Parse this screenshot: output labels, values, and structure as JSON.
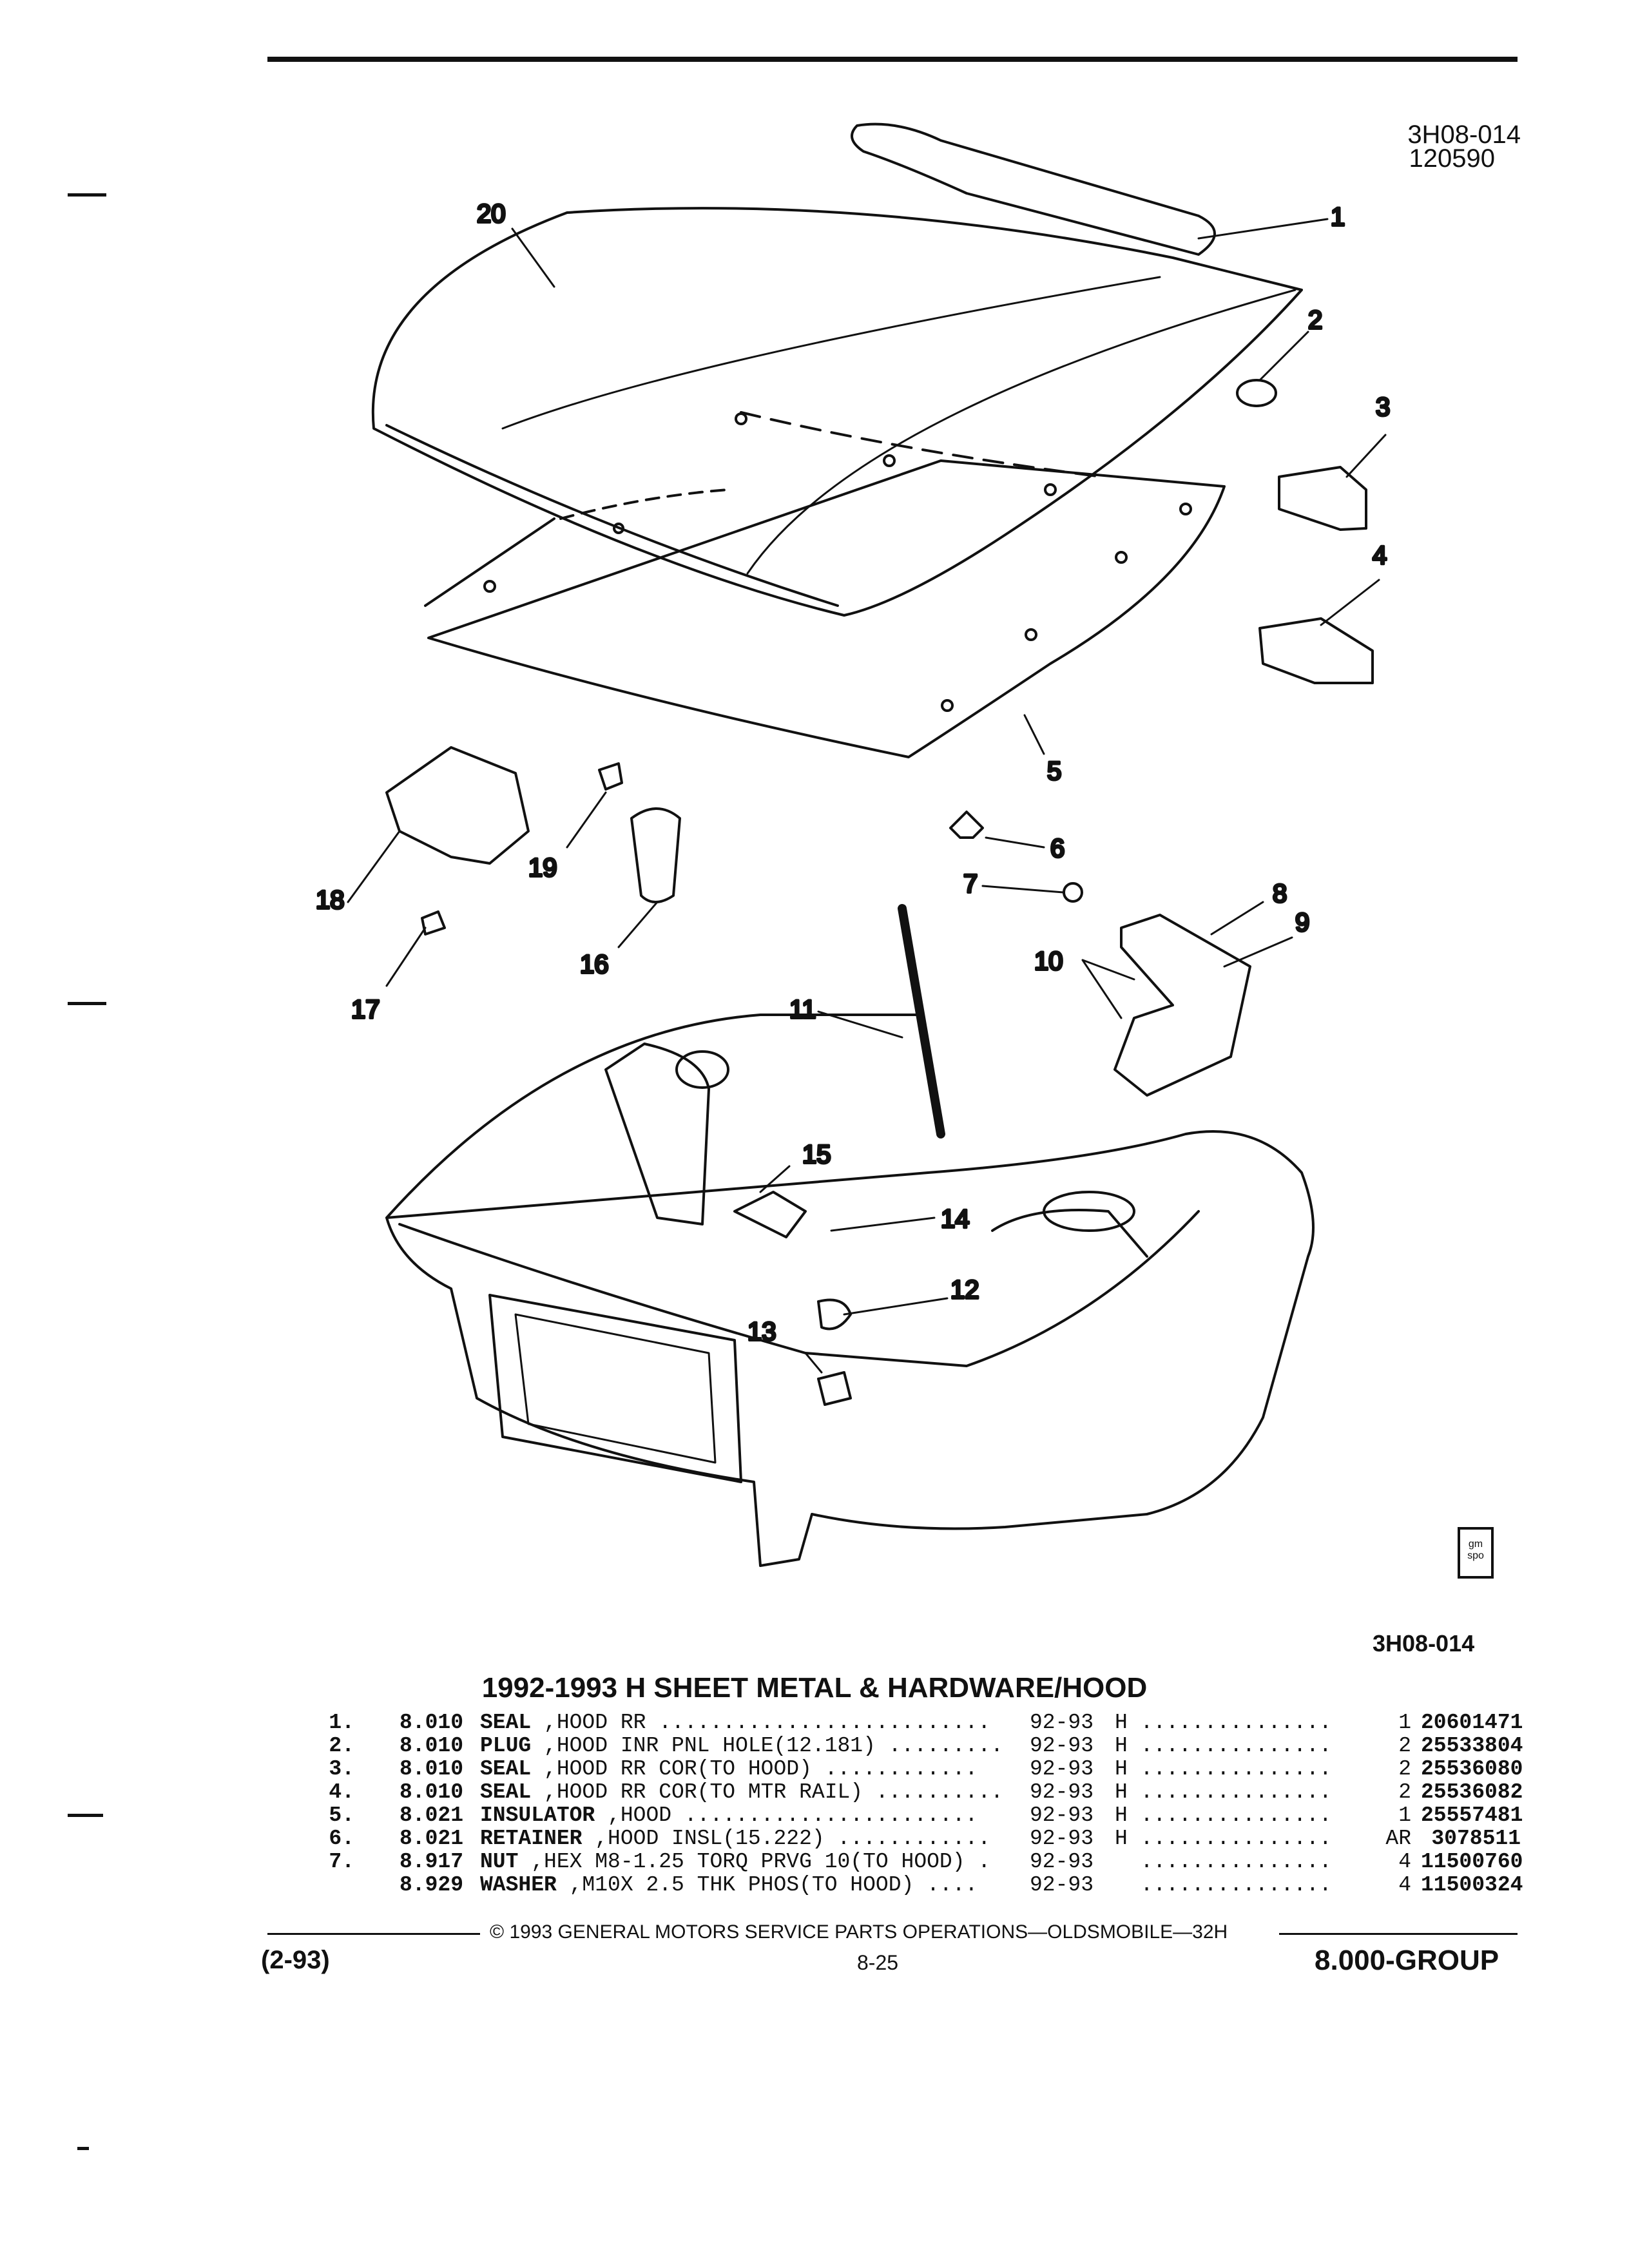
{
  "figure": {
    "code_top": "3H08-014",
    "date_code": "120590",
    "code_bottom": "3H08-014",
    "badge_text": "gm spo"
  },
  "callouts": [
    "1",
    "2",
    "3",
    "4",
    "5",
    "6",
    "7",
    "8",
    "9",
    "10",
    "11",
    "12",
    "13",
    "14",
    "15",
    "16",
    "17",
    "18",
    "19",
    "20"
  ],
  "section": {
    "title": "1992-1993 H SHEET METAL & HARDWARE/HOOD"
  },
  "parts": [
    {
      "no": "1.",
      "group": "8.010",
      "name": "SEAL",
      "desc": " ,HOOD RR ..........................",
      "years": "92-93",
      "series": "H ...............",
      "qty": "1",
      "part": "20601471"
    },
    {
      "no": "2.",
      "group": "8.010",
      "name": "PLUG",
      "desc": " ,HOOD INR PNL HOLE(12.181) .........",
      "years": "92-93",
      "series": "H ...............",
      "qty": "2",
      "part": "25533804"
    },
    {
      "no": "3.",
      "group": "8.010",
      "name": "SEAL",
      "desc": " ,HOOD RR COR(TO HOOD) ............",
      "years": "92-93",
      "series": "H ...............",
      "qty": "2",
      "part": "25536080"
    },
    {
      "no": "4.",
      "group": "8.010",
      "name": "SEAL",
      "desc": " ,HOOD RR COR(TO MTR RAIL) ..........",
      "years": "92-93",
      "series": "H ...............",
      "qty": "2",
      "part": "25536082"
    },
    {
      "no": "5.",
      "group": "8.021",
      "name": "INSULATOR",
      "desc": " ,HOOD .......................",
      "years": "92-93",
      "series": "H ...............",
      "qty": "1",
      "part": "25557481"
    },
    {
      "no": "6.",
      "group": "8.021",
      "name": "RETAINER",
      "desc": " ,HOOD INSL(15.222) ............",
      "years": "92-93",
      "series": "H ...............",
      "qty": "AR",
      "part": "3078511"
    },
    {
      "no": "7.",
      "group": "8.917",
      "name": "NUT",
      "desc": " ,HEX M8-1.25 TORQ PRVG 10(TO HOOD) .",
      "years": "92-93",
      "series": "  ...............",
      "qty": "4",
      "part": "11500760"
    },
    {
      "no": "",
      "group": "8.929",
      "name": "WASHER",
      "desc": " ,M10X 2.5 THK PHOS(TO HOOD) ....",
      "years": "92-93",
      "series": "  ...............",
      "qty": "4",
      "part": "11500324"
    }
  ],
  "footer": {
    "copyright": "© 1993 GENERAL MOTORS SERVICE PARTS OPERATIONS—OLDSMOBILE—32H",
    "date": "(2-93)",
    "page": "8-25",
    "group": "8.000-GROUP"
  }
}
